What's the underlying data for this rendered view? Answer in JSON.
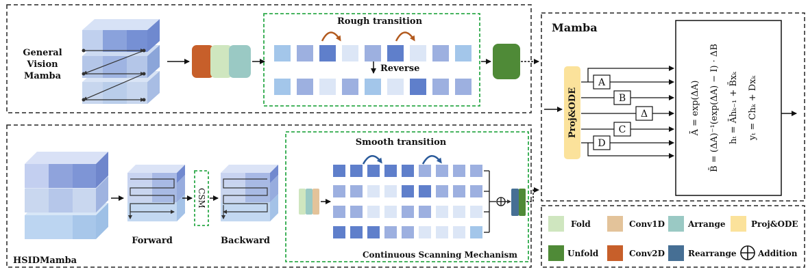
{
  "top_panel": {
    "title_lines": [
      "General",
      "Vision",
      "Mamba"
    ],
    "rough_transition": "Rough transition",
    "reverse": "Reverse"
  },
  "bottom_panel": {
    "title": "HSIDMamba",
    "forward": "Forward",
    "csm": "CSM",
    "backward": "Backward",
    "smooth_transition": "Smooth transition",
    "csm_full": "Continuous Scanning Mechanism"
  },
  "mamba_panel": {
    "title": "Mamba",
    "proj_ode": "Proj&ODE",
    "branches": [
      "A",
      "B",
      "Δ",
      "C",
      "D"
    ],
    "equations": [
      "Ā = exp(ΔA)",
      "B̄ = (ΔA)⁻¹(exp(ΔA) − I) · ΔB",
      "hₜ = Āhₖ₋₁ + B̄xₖ",
      "yₜ = Chₖ + Dxₖ"
    ]
  },
  "legend": [
    {
      "label": "Fold",
      "color": "#cfe6bf"
    },
    {
      "label": "Conv1D",
      "color": "#e3c39a"
    },
    {
      "label": "Arrange",
      "color": "#9ac9c4"
    },
    {
      "label": "Proj&ODE",
      "color": "#fbe29b"
    },
    {
      "label": "Unfold",
      "color": "#4f8a37"
    },
    {
      "label": "Conv2D",
      "color": "#c75f2a"
    },
    {
      "label": "Rearrange",
      "color": "#466f94"
    },
    {
      "label": "Addition",
      "icon": "circle-plus-icon"
    }
  ],
  "colors": {
    "dashed_border": "#222222",
    "green_dashed": "#2eaa4a",
    "token_dark": "#5f7fcb",
    "token_mid": "#9db0e0",
    "token_light": "#dce6f6",
    "token_sky": "#a3c6ea",
    "curve_orange": "#b25a1e",
    "curve_blue": "#2a5a9a"
  }
}
